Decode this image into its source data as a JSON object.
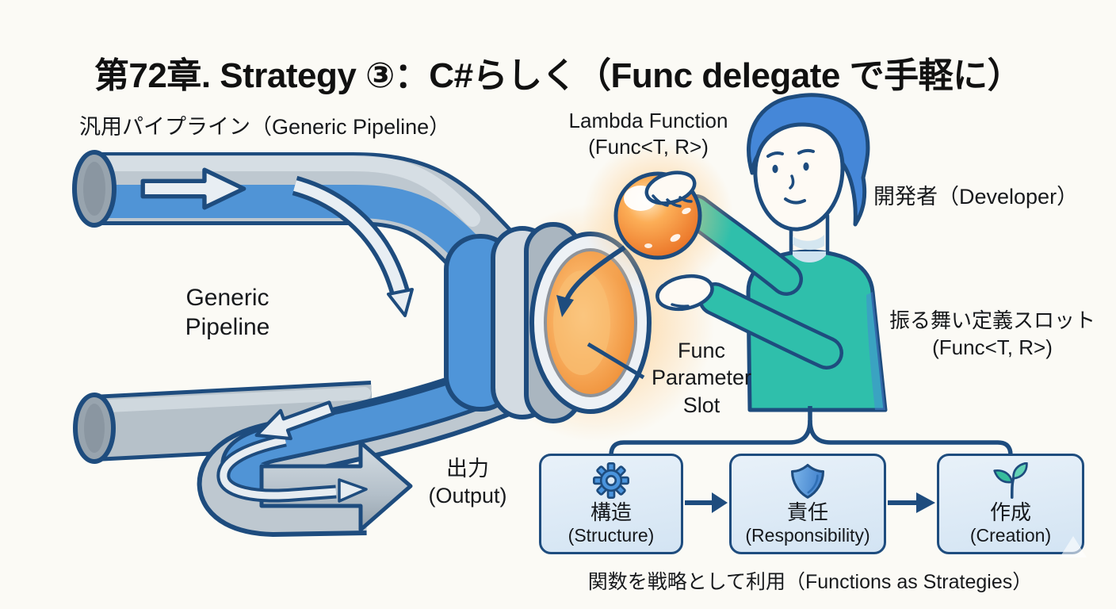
{
  "title": "第72章. Strategy ③：C#らしく（Func delegate で手軽に）",
  "labels": {
    "generic_pipeline_jp": "汎用パイプライン（Generic Pipeline）",
    "lambda_function": {
      "line1": "Lambda Function",
      "line2": "(Func<T, R>)"
    },
    "developer": "開発者（Developer）",
    "generic_pipeline_en": {
      "line1": "Generic",
      "line2": "Pipeline"
    },
    "behavior_slot": {
      "line1": "振る舞い定義スロット",
      "line2": "(Func<T, R>)"
    },
    "func_parameter_slot": {
      "line1": "Func",
      "line2": "Parameter",
      "line3": "Slot"
    },
    "output": {
      "line1": "出力",
      "line2": "(Output)"
    }
  },
  "strategy_boxes": [
    {
      "icon": "gear-icon",
      "jp": "構造",
      "en": "(Structure)"
    },
    {
      "icon": "shield-icon",
      "jp": "責任",
      "en": "(Responsibility)"
    },
    {
      "icon": "sprout-icon",
      "jp": "作成",
      "en": "(Creation)"
    }
  ],
  "caption": "関数を戦略として利用（Functions as Strategies）",
  "colors": {
    "background": "#fbfaf5",
    "outline_navy": "#1e4c7e",
    "pipe_gray": "#bec8d0",
    "flow_blue": "#5094d6",
    "slot_orange": "#f5a04c",
    "orb_orange": "#f08b36",
    "shirt_teal": "#2fbfab",
    "hair_blue": "#4587d8",
    "box_fill": "#ddeaf6",
    "icon_blue": "#4a94dd",
    "leaf_teal": "#37bd9c"
  }
}
